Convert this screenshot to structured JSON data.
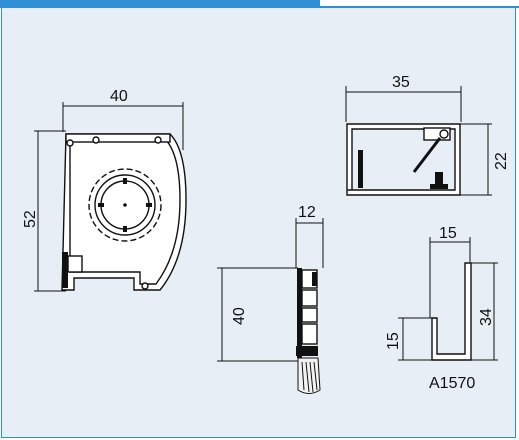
{
  "header": {
    "accent_color": "#2f8fd4",
    "background_color": "#e8eef5"
  },
  "diagram": {
    "box_profile": {
      "width_label": "40",
      "height_label": "52"
    },
    "top_rail": {
      "width_label": "35",
      "height_label": "22"
    },
    "brush_guide": {
      "width_label": "12",
      "height_label": "40"
    },
    "angle_profile": {
      "width_label": "15",
      "height_label": "34",
      "lip_label": "15",
      "part_code": "A1570"
    }
  }
}
